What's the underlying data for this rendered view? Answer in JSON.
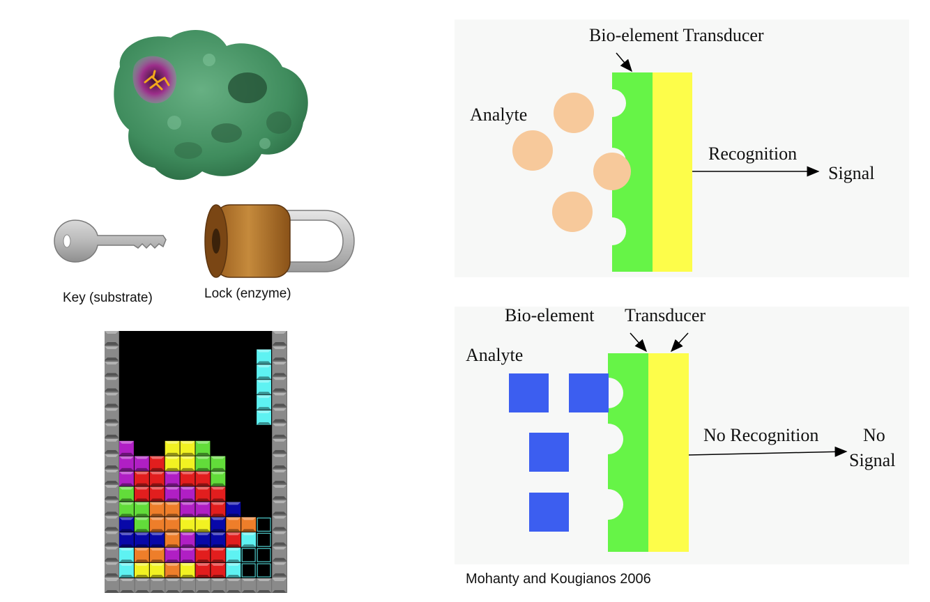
{
  "left": {
    "key_label": "Key (substrate)",
    "lock_label": "Lock (enzyme)",
    "tetris_rows": [
      "A.........c",
      "A.........c",
      "A.........c",
      "A.........c",
      "A.........c",
      "A..........",
      "Ap..yyg....",
      "AppryyggA..",
      "AprrprrgA..",
      "AgrrpprrA..",
      "AggoopprbA.",
      "AbgooyybooK",
      "AbbbopbbrcK",
      "AcoopprrcKK",
      "AcyyoyrrcKK"
    ],
    "tetris_colors": {
      "p": "#b01fc4",
      "y": "#f2f222",
      "g": "#62dc3a",
      "r": "#e21e1e",
      "o": "#ee7e2a",
      "b": "#0808a8",
      "c": "#5ef2f2"
    }
  },
  "top_diagram": {
    "header": "Bio-element Transducer",
    "analyte": "Analyte",
    "recognition": "Recognition",
    "signal": "Signal",
    "colors": {
      "bio": "#66f447",
      "transducer": "#fdfd4a",
      "analyte": "#f7c99b"
    }
  },
  "bottom_diagram": {
    "bio_label": "Bio-element",
    "transducer_label": "Transducer",
    "analyte": "Analyte",
    "no_recognition": "No Recognition",
    "no": "No",
    "signal": "Signal",
    "colors": {
      "bio": "#66f447",
      "transducer": "#fdfd4a",
      "analyte": "#3c5ef0"
    }
  },
  "citation": "Mohanty and Kougianos 2006"
}
